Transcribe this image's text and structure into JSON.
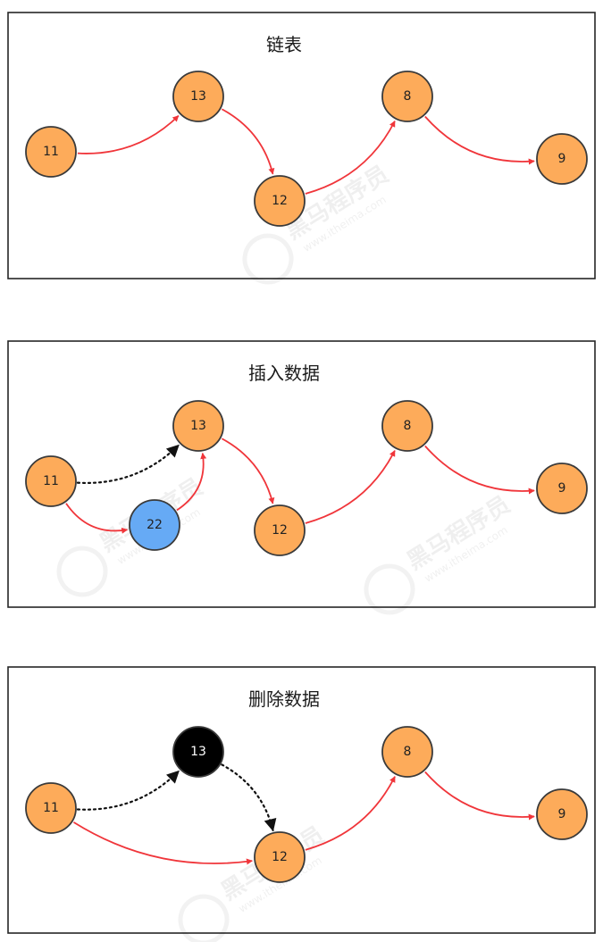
{
  "colors": {
    "node_default": "#fdab5a",
    "node_inserted": "#66aaf5",
    "node_removed": "#000000",
    "edge_solid": "#f0353a",
    "edge_dotted": "#111111",
    "text_dark": "#222222",
    "text_light": "#ffffff"
  },
  "panels": [
    {
      "id": "panel-linked-list",
      "title": "链表",
      "nodes": [
        {
          "id": "n11",
          "label": "11",
          "state": "default"
        },
        {
          "id": "n13",
          "label": "13",
          "state": "default"
        },
        {
          "id": "n12",
          "label": "12",
          "state": "default"
        },
        {
          "id": "n8",
          "label": "8",
          "state": "default"
        },
        {
          "id": "n9",
          "label": "9",
          "state": "default"
        }
      ],
      "edges": [
        {
          "from": "n11",
          "to": "n13",
          "style": "solid"
        },
        {
          "from": "n13",
          "to": "n12",
          "style": "solid"
        },
        {
          "from": "n12",
          "to": "n8",
          "style": "solid"
        },
        {
          "from": "n8",
          "to": "n9",
          "style": "solid"
        }
      ]
    },
    {
      "id": "panel-insert",
      "title": "插入数据",
      "nodes": [
        {
          "id": "n11",
          "label": "11",
          "state": "default"
        },
        {
          "id": "n13",
          "label": "13",
          "state": "default"
        },
        {
          "id": "n22",
          "label": "22",
          "state": "inserted"
        },
        {
          "id": "n12",
          "label": "12",
          "state": "default"
        },
        {
          "id": "n8",
          "label": "8",
          "state": "default"
        },
        {
          "id": "n9",
          "label": "9",
          "state": "default"
        }
      ],
      "edges": [
        {
          "from": "n11",
          "to": "n13",
          "style": "dotted"
        },
        {
          "from": "n11",
          "to": "n22",
          "style": "solid"
        },
        {
          "from": "n22",
          "to": "n13",
          "style": "solid"
        },
        {
          "from": "n13",
          "to": "n12",
          "style": "solid"
        },
        {
          "from": "n12",
          "to": "n8",
          "style": "solid"
        },
        {
          "from": "n8",
          "to": "n9",
          "style": "solid"
        }
      ]
    },
    {
      "id": "panel-delete",
      "title": "删除数据",
      "nodes": [
        {
          "id": "n11",
          "label": "11",
          "state": "default"
        },
        {
          "id": "n13",
          "label": "13",
          "state": "removed"
        },
        {
          "id": "n12",
          "label": "12",
          "state": "default"
        },
        {
          "id": "n8",
          "label": "8",
          "state": "default"
        },
        {
          "id": "n9",
          "label": "9",
          "state": "default"
        }
      ],
      "edges": [
        {
          "from": "n11",
          "to": "n13",
          "style": "dotted"
        },
        {
          "from": "n13",
          "to": "n12",
          "style": "dotted"
        },
        {
          "from": "n11",
          "to": "n12",
          "style": "solid"
        },
        {
          "from": "n12",
          "to": "n8",
          "style": "solid"
        },
        {
          "from": "n8",
          "to": "n9",
          "style": "solid"
        }
      ]
    }
  ],
  "watermark": {
    "brand": "黑马程序员",
    "site": "www.itheima.com"
  }
}
